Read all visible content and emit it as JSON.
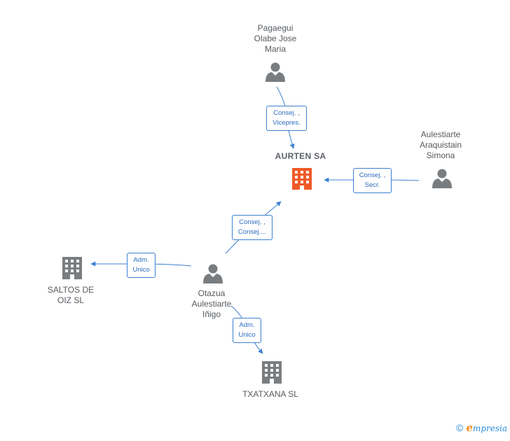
{
  "colors": {
    "edge": "#3d7fd1",
    "person_icon": "#7a7d80",
    "company_icon": "#7a7d80",
    "main_company_icon": "#f05a28",
    "brand_e": "#f28a1c"
  },
  "nodes": {
    "pagaegui": {
      "label": "Pagaegui\nOlabe Jose\nMaria",
      "icon": "person-icon"
    },
    "aurten": {
      "label": "AURTEN SA",
      "icon": "building-icon"
    },
    "aulestiarte_araquistain": {
      "label": "Aulestiarte\nAraquistain\nSimona",
      "icon": "person-icon"
    },
    "otazua": {
      "label": "Otazua\nAulestiarte\nIñigo",
      "icon": "person-icon"
    },
    "saltos": {
      "label": "SALTOS DE\nOIZ SL",
      "icon": "building-icon"
    },
    "txatxana": {
      "label": "TXATXANA SL",
      "icon": "building-icon"
    }
  },
  "edges": {
    "pagaegui_aurten": "Consej. ,\nVicepres.",
    "aulestiarte_aurten": "Consej. ,\nSecr.",
    "otazua_aurten": "Consej. ,\nConsej....",
    "otazua_saltos": "Adm.\nUnico",
    "otazua_txatxana": "Adm.\nUnico"
  },
  "brand": {
    "copyright": "©",
    "e": "e",
    "rest": "mpresia"
  }
}
